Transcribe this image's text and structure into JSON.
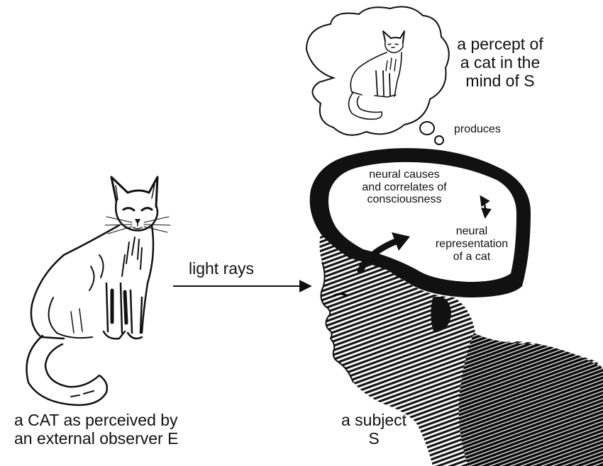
{
  "labels": {
    "cat_caption": [
      "a CAT as perceived by",
      "an external observer E"
    ],
    "light_rays": "light rays",
    "subject_caption": [
      "a subject",
      "S"
    ],
    "percept": [
      "a percept of",
      "a cat in the",
      "mind of S"
    ],
    "produces": "produces",
    "neural_causes": [
      "neural causes",
      "and correlates of",
      "consciousness"
    ],
    "neural_representation": [
      "neural",
      "representation",
      "of a cat"
    ]
  },
  "icons": {
    "cat": "sitting-cat-drawing",
    "thought_cat": "sitting-cat-sketch",
    "head": "human-head-profile",
    "brain_outline": "brain-outline",
    "thought_bubble": "thought-cloud",
    "arrow": "right-arrow",
    "double_arrow": "bidirectional-arrow"
  }
}
